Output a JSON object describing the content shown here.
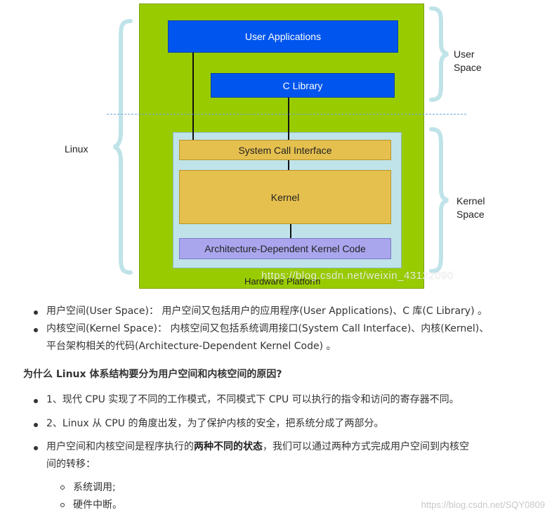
{
  "diagram": {
    "user_applications": "User Applications",
    "c_library": "C Library",
    "system_call_interface": "System Call Interface",
    "kernel": "Kernel",
    "arch_code": "Architecture-Dependent Kernel Code",
    "hardware_platform": "Hardware Platform",
    "linux_label": "Linux",
    "user_space_label_1": "User",
    "user_space_label_2": "Space",
    "kernel_space_label_1": "Kernel",
    "kernel_space_label_2": "Space",
    "watermark": "https://blog.csdn.net/weixin_43122090",
    "colors": {
      "platform": "#99cc00",
      "kernel_space": "#bfe3e8",
      "blue": "#0055ee",
      "gold": "#e6c04f",
      "arch": "#aaa6ee",
      "brace": "#bfe3e8"
    }
  },
  "content": {
    "bullet1": "用户空间(User Space)： 用户空间又包括用户的应用程序(User Applications)、C 库(C Library) 。",
    "bullet2_line1": "内核空间(Kernel Space)： 内核空间又包括系统调用接口(System Call Interface)、内核(Kernel)、",
    "bullet2_line2": "平台架构相关的代码(Architecture-Dependent Kernel Code) 。",
    "heading": "为什么 Linux 体系结构要分为用户空间和内核空间的原因?",
    "item1": "1、现代 CPU 实现了不同的工作模式，不同模式下 CPU 可以执行的指令和访问的寄存器不同。",
    "item2": "2、Linux 从 CPU 的角度出发，为了保护内核的安全，把系统分成了两部分。",
    "item3_pre": "用户空间和内核空间是程序执行的",
    "item3_bold": "两种不同的状态",
    "item3_post": "，我们可以通过两种方式完成用户空间到内核空",
    "item3_line2": "间的转移：",
    "sub1": "系统调用;",
    "sub2": "硬件中断。",
    "footer_watermark": "https://blog.csdn.net/SQY0809"
  }
}
